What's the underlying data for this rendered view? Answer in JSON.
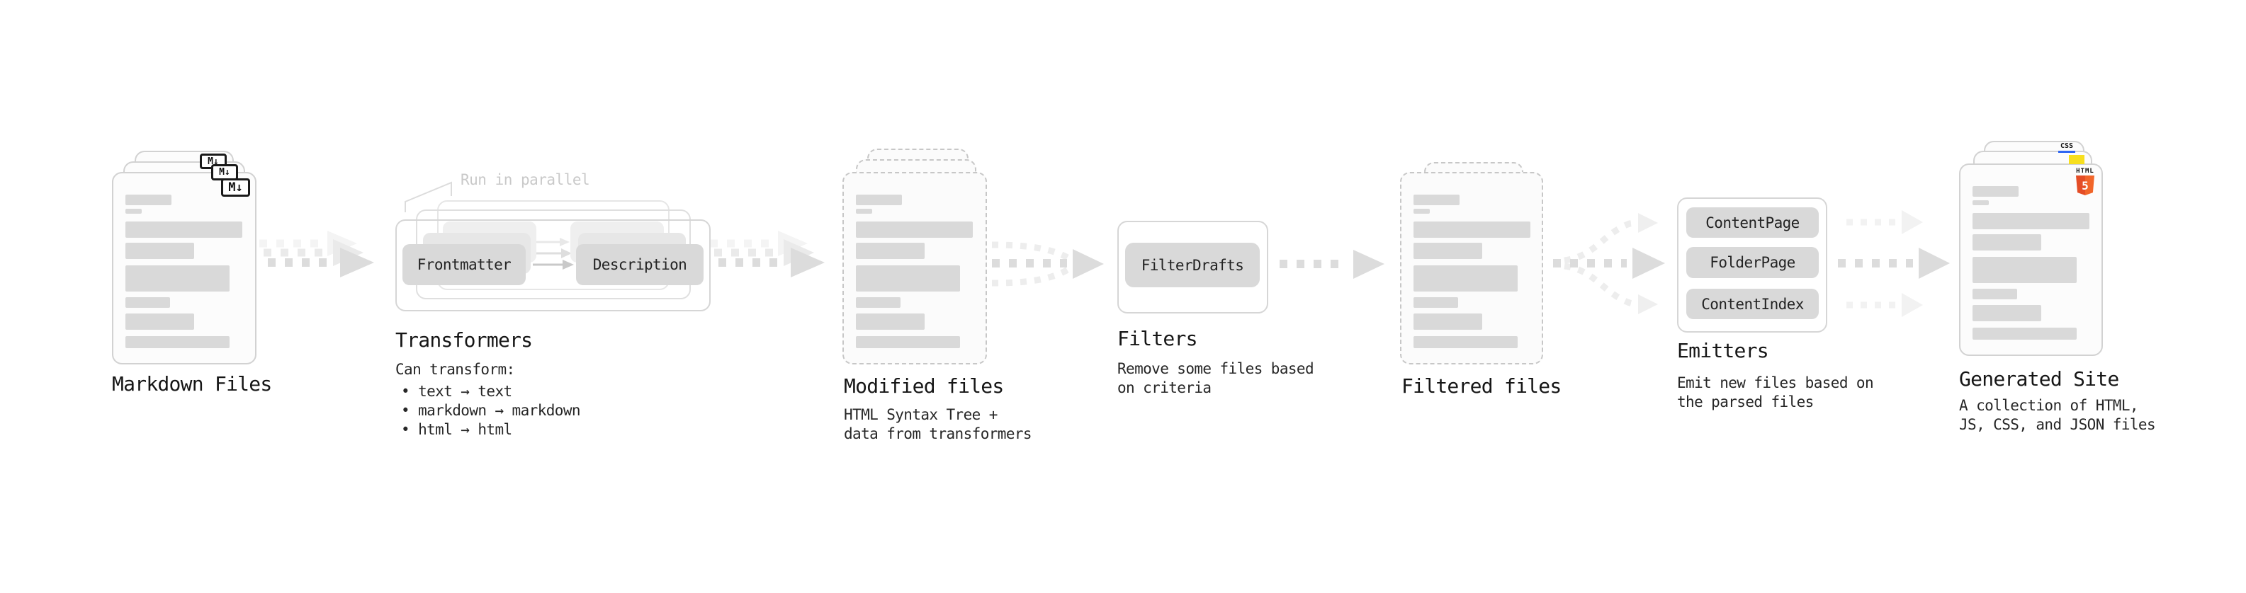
{
  "sections": {
    "markdown_files": {
      "label": "Markdown Files",
      "badge_text": "M↓"
    },
    "transformers": {
      "label": "Transformers",
      "note": "Run in parallel",
      "pill_left": "Frontmatter",
      "pill_right": "Description",
      "desc_title": "Can transform:",
      "bullets": [
        "• text → text",
        "• markdown → markdown",
        "• html → html"
      ]
    },
    "modified_files": {
      "label": "Modified files",
      "desc_line1": "HTML Syntax Tree +",
      "desc_line2": "data from transformers"
    },
    "filters": {
      "label": "Filters",
      "pill": "FilterDrafts",
      "desc_line1": "Remove some files based",
      "desc_line2": "on criteria"
    },
    "filtered_files": {
      "label": "Filtered files"
    },
    "emitters": {
      "label": "Emitters",
      "pills": [
        "ContentPage",
        "FolderPage",
        "ContentIndex"
      ],
      "desc_line1": "Emit new files based on",
      "desc_line2": "the parsed files"
    },
    "generated_site": {
      "label": "Generated Site",
      "desc_line1": "A collection of HTML,",
      "desc_line2": "JS, CSS, and JSON files",
      "badge_css": "CSS",
      "badge_html_text": "HTML",
      "badge_html_number": "5"
    }
  },
  "colors": {
    "html5_orange": "#e44d26",
    "html5_orange_light": "#f16529",
    "js_yellow": "#f7df1e",
    "css_blue": "#2f66f2",
    "placeholder_bar": "#d9d9d9",
    "arrow_dark": "#dcdcdc",
    "arrow_light": "#ededed",
    "arrow_faint": "#f4f4f4",
    "note_gray": "#c9c9c9",
    "text": "#1a1a1a"
  },
  "decor": {
    "file_card_bars": [
      {
        "w": 65,
        "h": 15,
        "mb": 5
      },
      {
        "w": 23,
        "h": 7,
        "mb": 11
      },
      {
        "w": 165,
        "h": 23,
        "mb": 7
      },
      {
        "w": 97,
        "h": 23,
        "mb": 9
      },
      {
        "w": 147,
        "h": 37,
        "mb": 8
      },
      {
        "w": 63,
        "h": 15,
        "mb": 8
      },
      {
        "w": 97,
        "h": 23,
        "mb": 9
      },
      {
        "w": 147,
        "h": 17,
        "mb": 0
      }
    ]
  }
}
